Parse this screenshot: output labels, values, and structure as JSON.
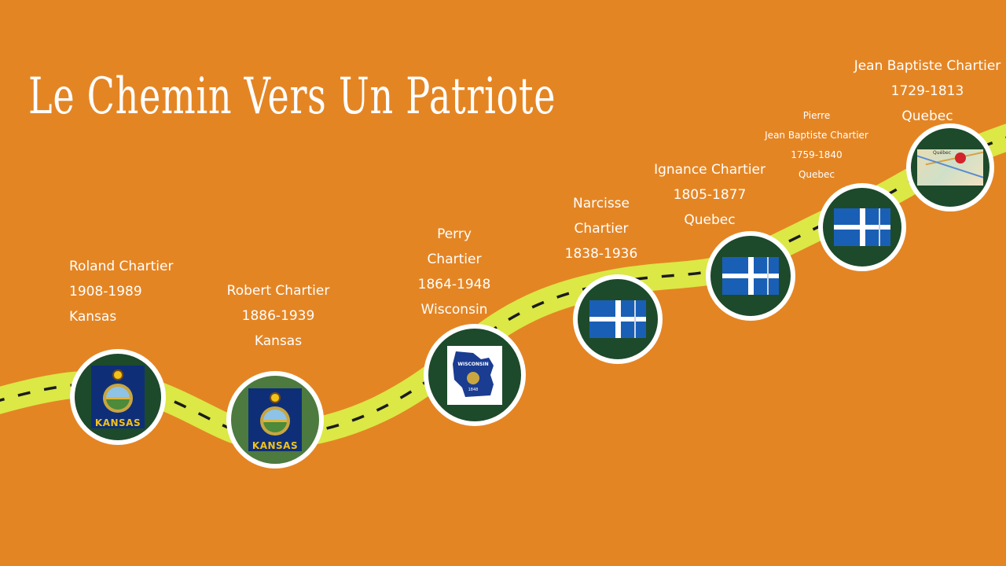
{
  "title": "Le Chemin Vers Un Patriote",
  "colors": {
    "background": "#e48524",
    "road": "#dbe845",
    "node": "#1d4a2b",
    "text": "#ffffff"
  },
  "people": [
    {
      "name": "Roland Chartier",
      "dates": "1908-1989",
      "place": "Kansas",
      "icon": "kansas-flag"
    },
    {
      "name": "Robert Chartier",
      "dates": "1886-1939",
      "place": "Kansas",
      "icon": "kansas-flag"
    },
    {
      "name_line1": "Perry",
      "name_line2": "Chartier",
      "dates": "1864-1948",
      "place": "Wisconsin",
      "icon": "wisconsin-map"
    },
    {
      "name_line1": "Narcisse",
      "name_line2": "Chartier",
      "dates": "1838-1936",
      "icon": "quebec-flag"
    },
    {
      "name": "Ignance Chartier",
      "dates": "1805-1877",
      "place": "Quebec",
      "icon": "quebec-flag"
    },
    {
      "name_line1": "Pierre",
      "name_line2": "Jean Baptiste Chartier",
      "dates": "1759-1840",
      "place": "Quebec",
      "icon": "quebec-flag"
    },
    {
      "name": "Jean Baptiste Chartier",
      "dates": "1729-1813",
      "place": "Quebec",
      "icon": "quebec-map"
    }
  ],
  "flag_text": {
    "kansas": "KANSAS",
    "wisconsin": "WISCONSIN",
    "wisconsin_year": "1848",
    "quebec_map": "Québec"
  }
}
